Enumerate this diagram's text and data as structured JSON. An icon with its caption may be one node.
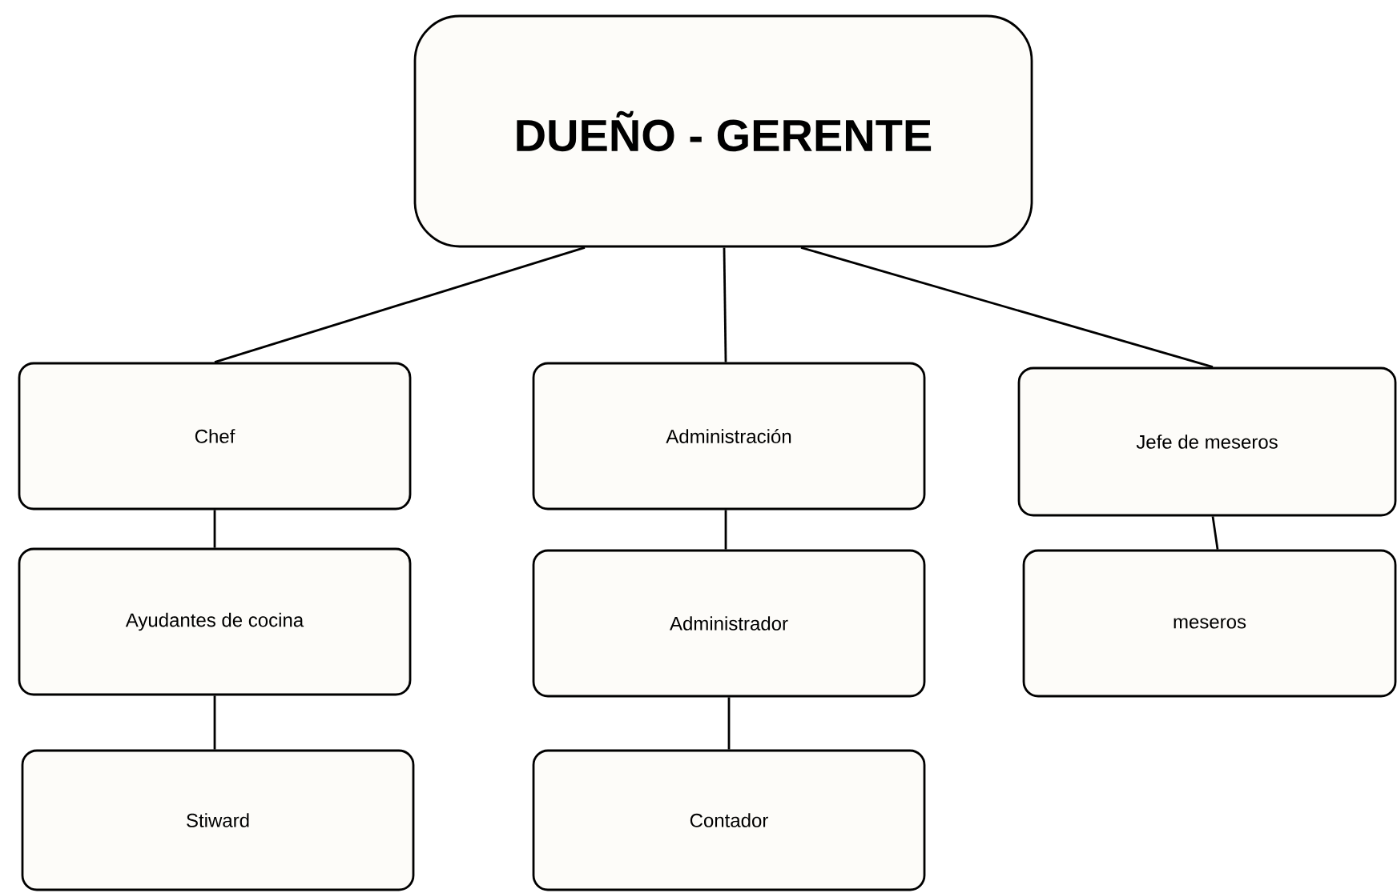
{
  "diagram": {
    "nodes": [
      {
        "text": [
          "DUEÑO - GERENTE"
        ]
      },
      {
        "text": [
          "Chef"
        ]
      },
      {
        "text": [
          "Administración"
        ]
      },
      {
        "text": [
          "Jefe de meseros"
        ]
      },
      {
        "text": [
          "Ayudantes de cocina"
        ]
      },
      {
        "text": [
          "Administrador"
        ]
      },
      {
        "text": [
          "meseros"
        ]
      },
      {
        "text": [
          "Stiward"
        ]
      },
      {
        "text": [
          "Contador"
        ]
      }
    ],
    "edges": [
      {
        "from": 0,
        "to": 1,
        "arrow": "none"
      },
      {
        "from": 0,
        "to": 2,
        "arrow": "none"
      },
      {
        "from": 0,
        "to": 3,
        "arrow": "none"
      },
      {
        "from": 1,
        "to": 4,
        "arrow": "none"
      },
      {
        "from": 2,
        "to": 5,
        "arrow": "none"
      },
      {
        "from": 3,
        "to": 6,
        "arrow": "none"
      },
      {
        "from": 4,
        "to": 7,
        "arrow": "none"
      },
      {
        "from": 5,
        "to": 8,
        "arrow": "none"
      }
    ]
  }
}
